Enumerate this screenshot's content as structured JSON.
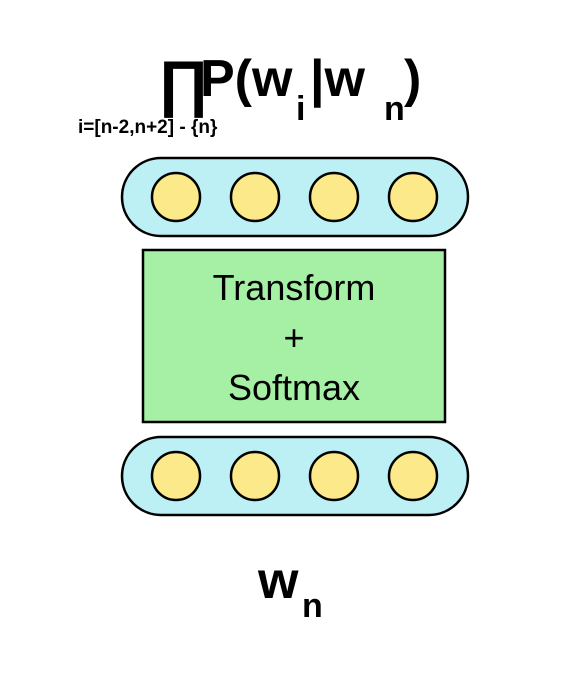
{
  "formula": {
    "product_symbol": "∏",
    "P_open": "P(w",
    "sub_i": "i",
    "bar_w": "|w",
    "sub_n": "n",
    "close": ")",
    "range": "i=[n-2,n+2] - {n}"
  },
  "transform_box": {
    "line1": "Transform",
    "line2": "+",
    "line3": "Softmax",
    "fill": "#a6f0a6",
    "stroke": "#000000"
  },
  "output_layer": {
    "node_count": 4,
    "capsule_fill": "#bcf0f4",
    "node_fill": "#fce98a"
  },
  "input_layer": {
    "node_count": 4,
    "capsule_fill": "#bcf0f4",
    "node_fill": "#fce98a"
  },
  "input_label": {
    "w": "w",
    "sub_n": "n"
  }
}
